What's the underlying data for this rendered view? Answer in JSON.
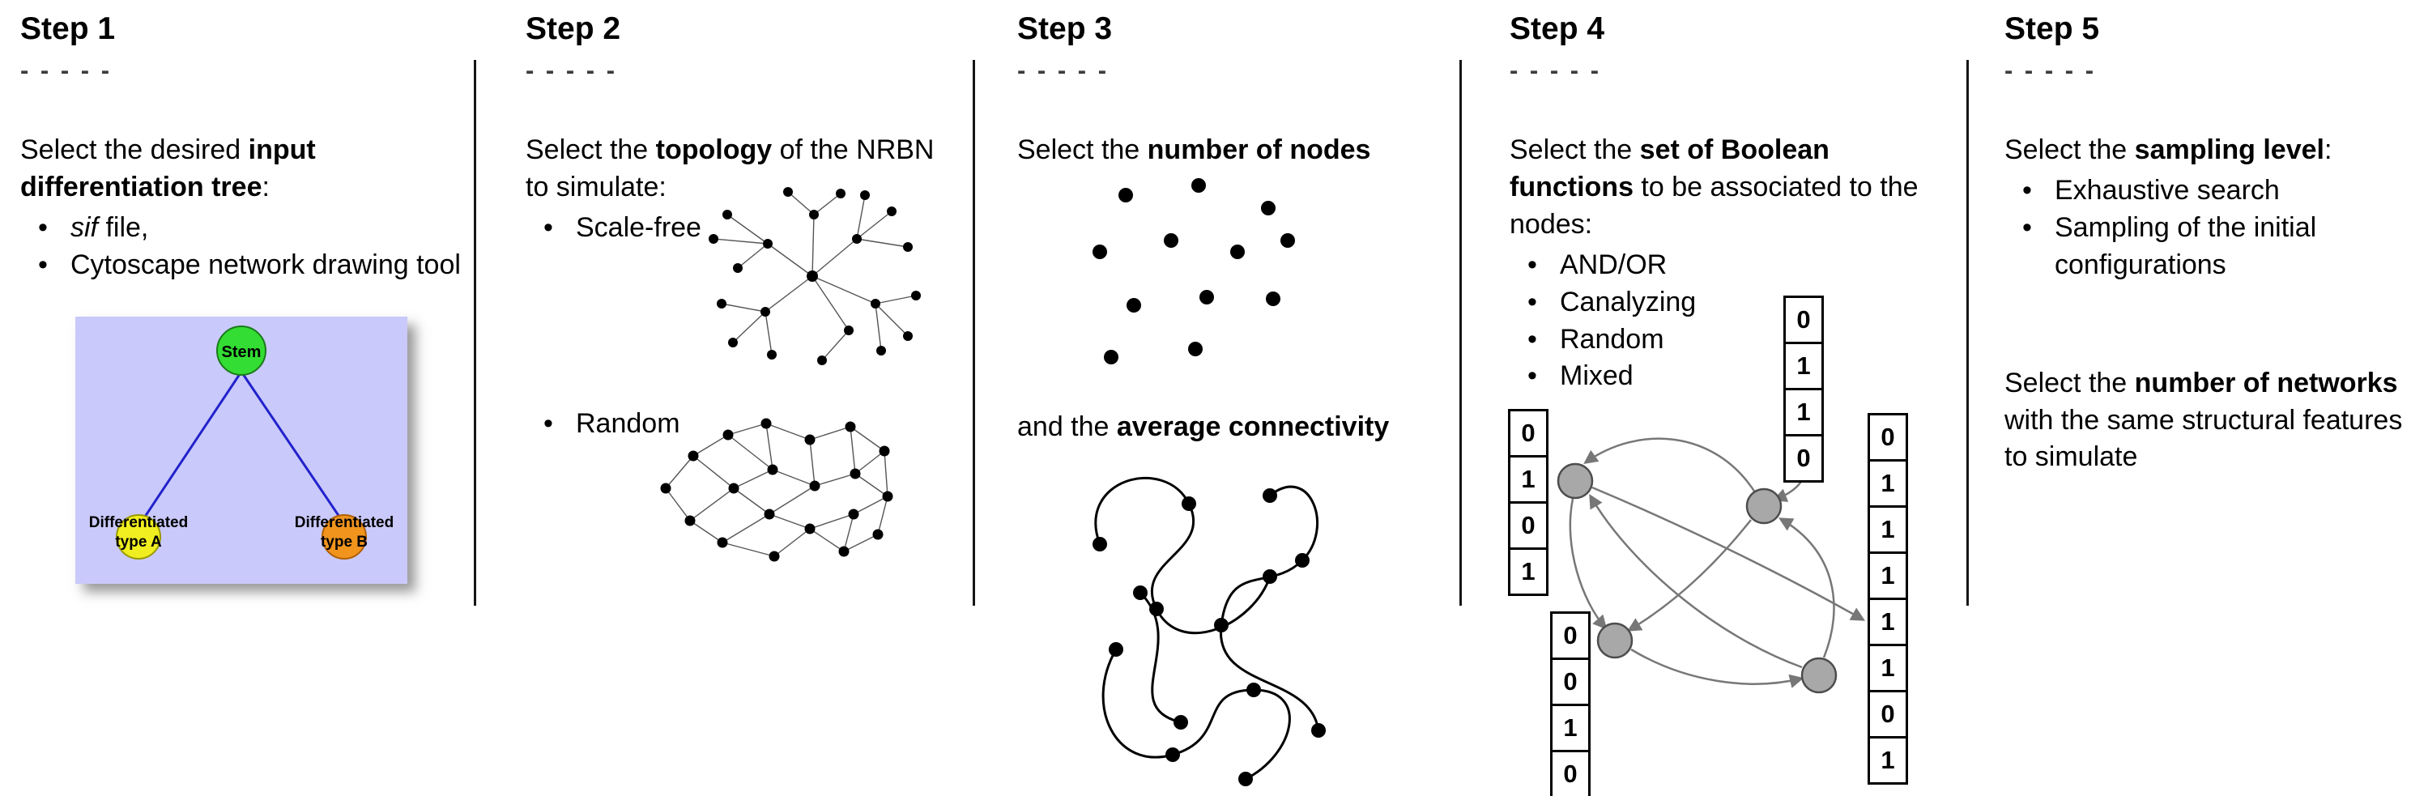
{
  "steps": [
    {
      "title": "Step 1",
      "dashes": "- - - - -",
      "intro_pre": "Select the desired ",
      "intro_bold": "input differentiation tree",
      "intro_post": ":",
      "bullet1_italic": "sif",
      "bullet1_rest": " file,",
      "bullet2": "Cytoscape network drawing tool",
      "tree": {
        "stem_label": "Stem",
        "type_a_line1": "Differentiated",
        "type_a_line2": "type A",
        "type_b_line1": "Differentiated",
        "type_b_line2": "type B",
        "colors": {
          "background": "#c9c9fb",
          "stem": "#33dd33",
          "type_a": "#f0ee20",
          "type_b": "#f0941e",
          "edge": "#2222cc"
        }
      }
    },
    {
      "title": "Step 2",
      "dashes": "- - - - -",
      "intro_pre": "Select the ",
      "intro_bold": "topology",
      "intro_post": " of the NRBN to simulate:",
      "bullet1": "Scale-free",
      "bullet2": "Random"
    },
    {
      "title": "Step 3",
      "dashes": "- - - - -",
      "intro_pre": "Select the ",
      "intro_bold": "number of nodes",
      "second_pre": "and the ",
      "second_bold": "average connectivity"
    },
    {
      "title": "Step 4",
      "dashes": "- - - - -",
      "intro_pre": "Select the ",
      "intro_bold": "set of Boolean functions",
      "intro_post": " to be associated to the nodes:",
      "bullets": [
        "AND/OR",
        "Canalyzing",
        "Random",
        "Mixed"
      ],
      "truth_tables": {
        "left": [
          "0",
          "1",
          "0",
          "1"
        ],
        "top": [
          "0",
          "1",
          "1",
          "0"
        ],
        "right": [
          "0",
          "1",
          "1",
          "1",
          "1",
          "1",
          "0",
          "1"
        ],
        "bottom": [
          "0",
          "0",
          "1",
          "0"
        ]
      }
    },
    {
      "title": "Step 5",
      "dashes": "- - - - -",
      "intro_pre": "Select the ",
      "intro_bold": "sampling level",
      "intro_post": ":",
      "bullet1": "Exhaustive search",
      "bullet2": "Sampling of the initial configurations",
      "second_pre": "Select the ",
      "second_bold": "number of networks",
      "second_post": " with the same structural features to simulate"
    }
  ]
}
